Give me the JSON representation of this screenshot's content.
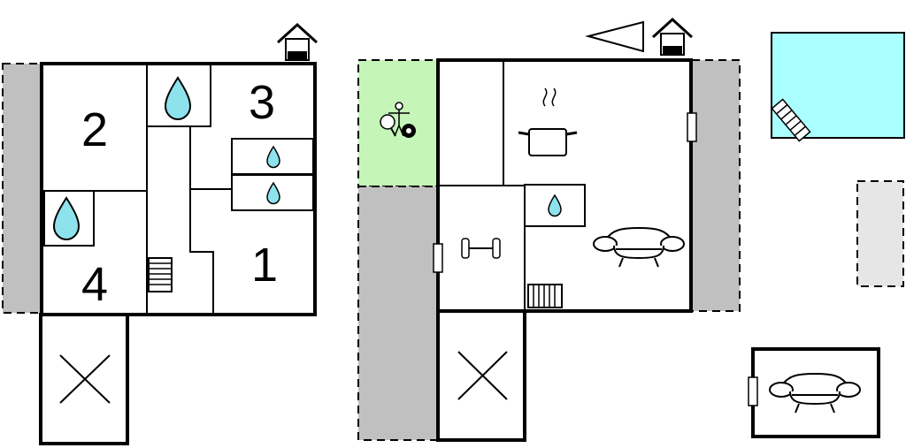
{
  "rooms": {
    "room1": "1",
    "room2": "2",
    "room3": "3",
    "room4": "4"
  },
  "colors": {
    "wall": "#000000",
    "terrace": "#c0c0c0",
    "terrace_light": "#e6e6e6",
    "games_room": "#c5f5b8",
    "pool": "#aaffff",
    "water_drop": "#8de2ec"
  },
  "icons": [
    "house-icon",
    "water-drop-icon",
    "stairs-icon",
    "games-icon",
    "cooking-pot-icon",
    "armchair-icon",
    "dumbbell-icon",
    "pool-ladder-icon",
    "north-arrow-icon",
    "carport-cross-icon",
    "window-icon"
  ]
}
